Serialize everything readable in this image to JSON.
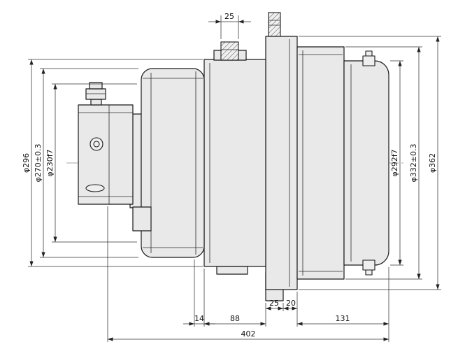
{
  "drawing": {
    "type": "technical-drawing",
    "colors": {
      "part_fill": "#e9e9e9",
      "outline": "#1a1a1a",
      "dimension_lines": "#333333",
      "background": "#ffffff"
    },
    "dimensions": {
      "left": [
        "φ296",
        "φ270±0.3",
        "φ230f7"
      ],
      "right": [
        "φ292f7",
        "φ332±0.3",
        "φ362"
      ],
      "top": [
        "25"
      ],
      "bottom_row1": [
        "25",
        "20"
      ],
      "bottom_row2": [
        "14",
        "88",
        "131"
      ],
      "overall_length": "402"
    }
  }
}
